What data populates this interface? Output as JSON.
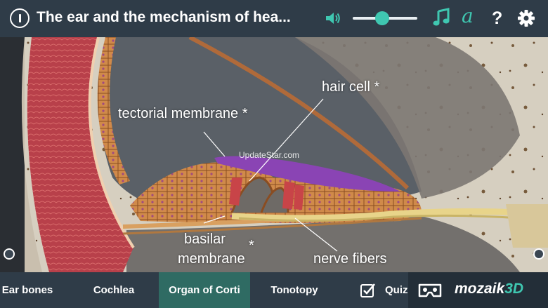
{
  "header": {
    "title": "The ear and the mechanism of hea...",
    "info_icon": "info-icon",
    "sound_icon": "speaker-icon",
    "volume": 0.45,
    "music_icon": "music-note-icon",
    "font_icon_glyph": "a",
    "help_glyph": "?",
    "settings_icon": "gear-icon"
  },
  "scene": {
    "labels": {
      "tectorial": "tectorial membrane",
      "hair_cell": "hair cell",
      "basilar_1": "basilar",
      "basilar_2": "membrane",
      "nerve": "nerve fibers",
      "star": "*"
    },
    "watermark": "UpdateStar.com"
  },
  "nav": {
    "tabs": [
      {
        "label": "Ear bones",
        "active": false
      },
      {
        "label": "Cochlea",
        "active": false
      },
      {
        "label": "Organ of Corti",
        "active": true
      },
      {
        "label": "Tonotopy",
        "active": false
      },
      {
        "label": "Quiz",
        "active": false
      }
    ],
    "vr_icon": "vr-headset-icon",
    "brand_main": "mozaik",
    "brand_accent": "3D"
  },
  "colors": {
    "accent": "#3fc7b1",
    "bar": "#2f3c48",
    "active_tab": "#2f6b63"
  }
}
